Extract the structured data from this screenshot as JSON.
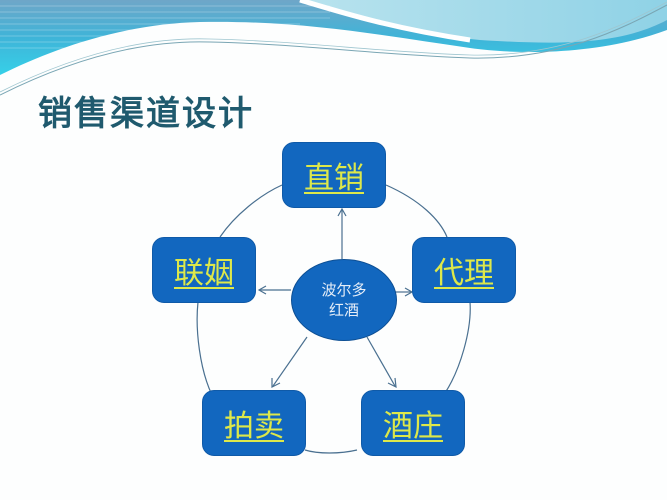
{
  "slide": {
    "title": "销售渠道设计"
  },
  "diagram": {
    "center": {
      "line1": "波尔多",
      "line2": "红酒"
    },
    "nodes": [
      {
        "id": "direct",
        "label": "直销"
      },
      {
        "id": "agency",
        "label": "代理"
      },
      {
        "id": "winery",
        "label": "酒庄"
      },
      {
        "id": "auction",
        "label": "拍卖"
      },
      {
        "id": "alliance",
        "label": "联姻"
      }
    ],
    "colors": {
      "node_fill": "#1267bf",
      "node_text": "#dde84a",
      "center_text": "#e6eef8",
      "title": "#1f5a6e",
      "connector": "#4a7090"
    }
  }
}
